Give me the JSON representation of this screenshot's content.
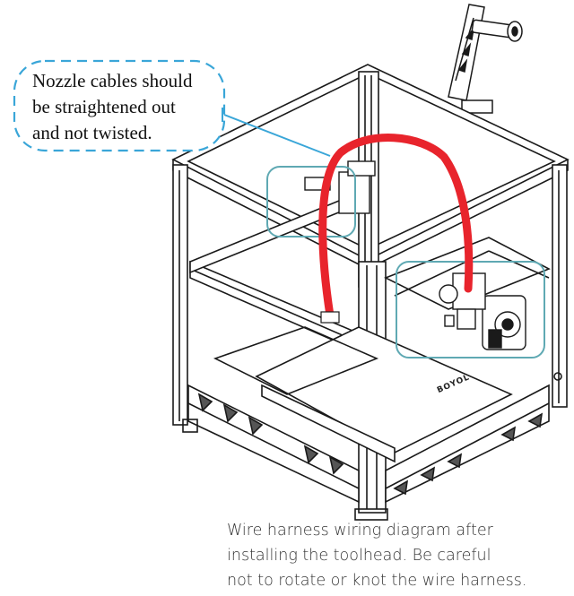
{
  "callout": {
    "lines": [
      "Nozzle cables should",
      "be straightened out",
      "and not twisted."
    ]
  },
  "caption": {
    "lines": [
      "Wire harness wiring diagram after",
      "installing the toolhead. Be careful",
      "not to rotate or knot the wire harness."
    ]
  },
  "brand": {
    "text": "BOYOL"
  },
  "colors": {
    "callout_border": "#3aa6d8",
    "highlight_box": "#5fa9b3",
    "cable": "#e8242c",
    "frame": "#1a1a1a"
  },
  "icons": [
    "printer-frame",
    "spool-holder",
    "toolhead",
    "wire-harness",
    "build-plate"
  ]
}
